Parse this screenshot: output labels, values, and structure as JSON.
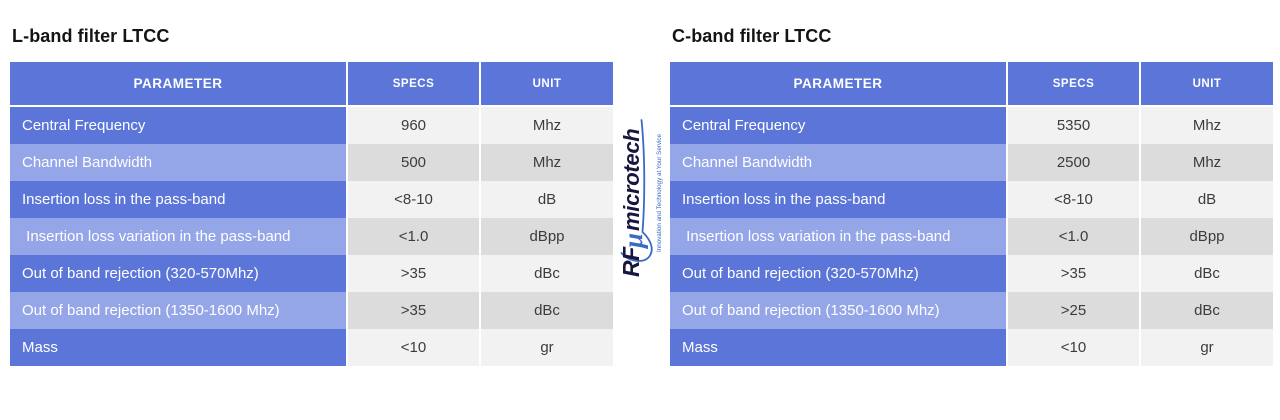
{
  "page": {
    "background": "#ffffff"
  },
  "colors": {
    "header_blue": "#5b76d8",
    "row_blue_dark": "#5b76d8",
    "row_blue_light": "#94a5e8",
    "cell_gray_light": "#f2f2f2",
    "cell_gray_dark": "#dcdcdc",
    "logo_navy": "#16163f",
    "logo_blue": "#3a6bc4"
  },
  "logo": {
    "brand_rf": "RF",
    "brand_mu": "μ",
    "brand_rest": "microtech",
    "tagline": "Innovation and Technology at Your Service"
  },
  "tables": [
    {
      "title": "L-band filter LTCC",
      "columns": {
        "param": "PARAMETER",
        "specs": "SPECS",
        "unit": "UNIT"
      },
      "rows": [
        {
          "param": "Central Frequency",
          "specs": "960",
          "unit": "Mhz"
        },
        {
          "param": "Channel Bandwidth",
          "specs": "500",
          "unit": "Mhz"
        },
        {
          "param": "Insertion loss in the pass-band",
          "specs": "<8-10",
          "unit": "dB"
        },
        {
          "param": " Insertion loss variation in the pass-band",
          "specs": "<1.0",
          "unit": "dBpp"
        },
        {
          "param": "Out of band rejection (320-570Mhz)",
          "specs": ">35",
          "unit": "dBc"
        },
        {
          "param": "Out of band rejection (1350-1600 Mhz)",
          "specs": ">35",
          "unit": "dBc"
        },
        {
          "param": "Mass",
          "specs": "<10",
          "unit": "gr"
        }
      ]
    },
    {
      "title": "C-band filter LTCC",
      "columns": {
        "param": "PARAMETER",
        "specs": "SPECS",
        "unit": "UNIT"
      },
      "rows": [
        {
          "param": "Central Frequency",
          "specs": "5350",
          "unit": "Mhz"
        },
        {
          "param": "Channel Bandwidth",
          "specs": "2500",
          "unit": "Mhz"
        },
        {
          "param": "Insertion loss in the pass-band",
          "specs": "<8-10",
          "unit": "dB"
        },
        {
          "param": " Insertion loss variation in the pass-band",
          "specs": "<1.0",
          "unit": "dBpp"
        },
        {
          "param": "Out of band rejection (320-570Mhz)",
          "specs": ">35",
          "unit": "dBc"
        },
        {
          "param": "Out of band rejection (1350-1600 Mhz)",
          "specs": ">25",
          "unit": "dBc"
        },
        {
          "param": "Mass",
          "specs": "<10",
          "unit": "gr"
        }
      ]
    }
  ]
}
